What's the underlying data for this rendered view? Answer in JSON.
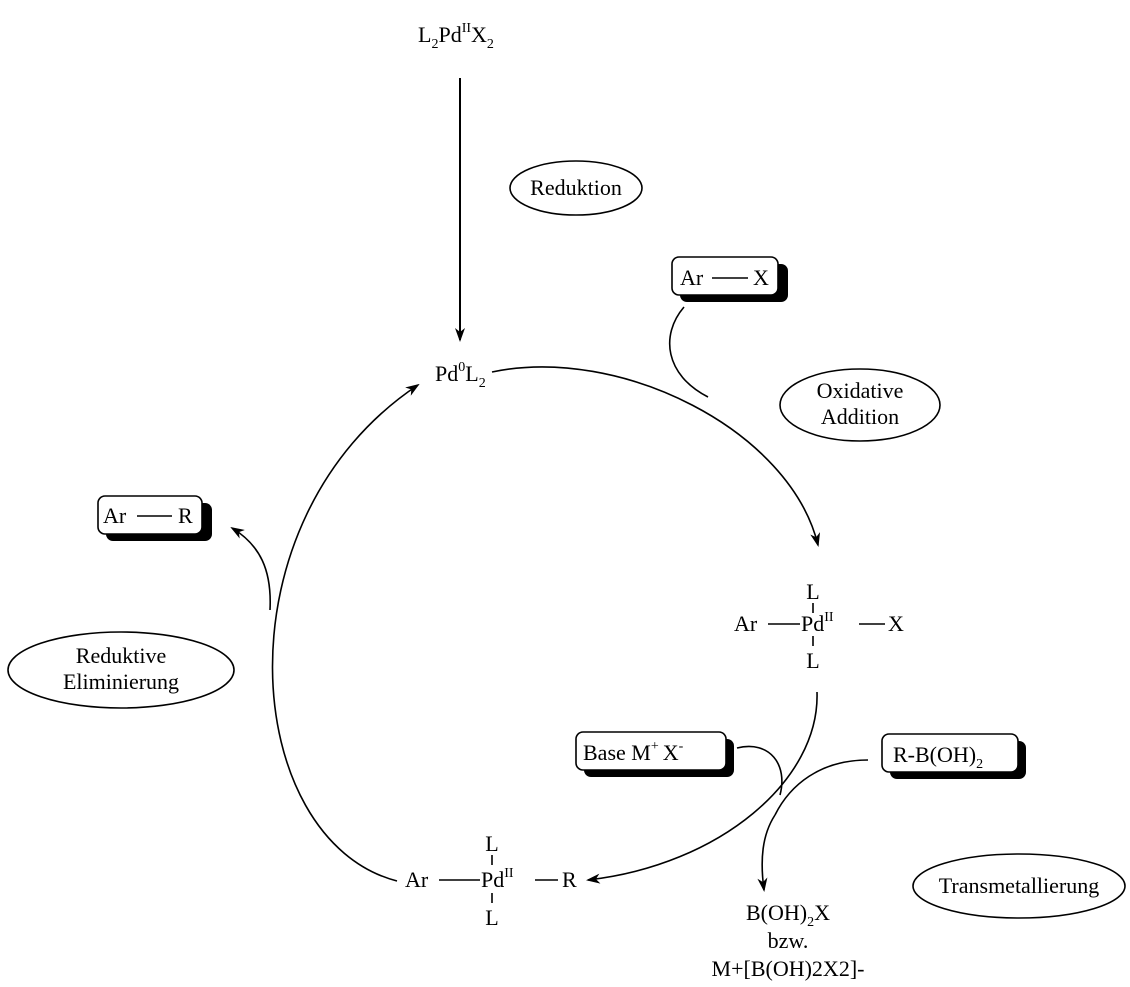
{
  "title": "",
  "precursor": {
    "main": "L",
    "parts": [
      "L",
      "2",
      "Pd",
      "II",
      "X",
      "2"
    ]
  },
  "pd0": {
    "a": "Pd",
    "b": "0",
    "c": "L",
    "d": "2"
  },
  "steps": {
    "reduction": "Reduktion",
    "oxidative_addition": [
      "Oxidative",
      "Addition"
    ],
    "reductive_elimination": [
      "Reduktive",
      "Eliminierung"
    ],
    "transmetallation": "Transmetallierung"
  },
  "reagents": {
    "aryl_halide": {
      "left": "Ar",
      "right": "X"
    },
    "product": {
      "left": "Ar",
      "right": "R"
    },
    "base": {
      "text": "Base M",
      "plus": "+",
      "anion": "X",
      "minus": "-"
    },
    "boronic_acid": {
      "text": "R-B(OH)",
      "sub": "2"
    }
  },
  "complex_ox": {
    "left": "Ar",
    "metal": "Pd",
    "ox": "II",
    "right": "X",
    "top": "L",
    "bottom": "L"
  },
  "complex_trans": {
    "left": "Ar",
    "metal": "Pd",
    "ox": "II",
    "right": "R",
    "top": "L",
    "bottom": "L"
  },
  "byproduct": {
    "line1_a": "B(OH)",
    "line1_b": "2",
    "line1_c": "X",
    "line2": "bzw.",
    "line3": "M+[B(OH)2X2]-"
  }
}
